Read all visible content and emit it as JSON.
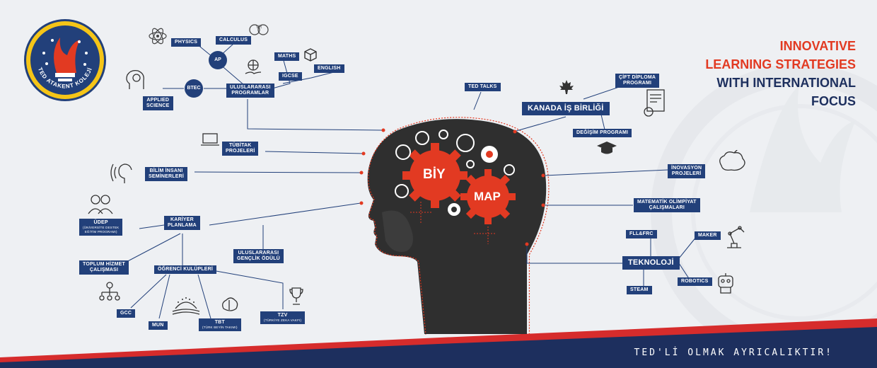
{
  "headline": {
    "line1": "INNOVATIVE",
    "line2": "LEARNING STRATEGIES",
    "line3": "WITH INTERNATIONAL",
    "line4": "FOCUS"
  },
  "slogan": "TED'Lİ OLMAK AYRICALIKTIR!",
  "logo": {
    "text": "TED ATAKENT KOLEJİ"
  },
  "brain": {
    "gear1": "BİY",
    "gear2": "MAP"
  },
  "nodes": {
    "physics": "PHYSICS",
    "calculus": "CALCULUS",
    "vr": "VR",
    "ap": "AP",
    "maths": "MATHS",
    "english": "ENGLISH",
    "igcse": "IGCSE",
    "btec": "BTEC",
    "applied_science_1": "APPLIED",
    "applied_science_2": "SCIENCE",
    "uluslararasi_programlar_1": "ULUSLARARASI",
    "uluslararasi_programlar_2": "PROGRAMLAR",
    "ted_talks": "TED TALKS",
    "tubitak_1": "TÜBİTAK",
    "tubitak_2": "PROJELERİ",
    "bilim_1": "BİLİM İNSANI",
    "bilim_2": "SEMİNERLERİ",
    "udep_1": "ÜDEP",
    "udep_2": "(ÜNİVERSİTE DESTEK",
    "udep_3": "EĞİTİM PROGRAMI)",
    "kariyer_1": "KARİYER",
    "kariyer_2": "PLANLAMA",
    "gencllik_1": "ULUSLARARASI",
    "gencllik_2": "GENÇLİK ÖDÜLÜ",
    "toplum_1": "TOPLUM HİZMET",
    "toplum_2": "ÇALIŞMASI",
    "ogrenci_kulupleri": "ÖĞRENCİ KULÜPLERİ",
    "gcc": "GCC",
    "mun": "MUN",
    "tbt": "TBT",
    "tbt_sub": "(TÜRK BEYİN TAKIMI)",
    "tzv": "TZV",
    "tzv_sub": "(TÜRKİYE ZEKA VAKFI)",
    "cift_diploma_1": "ÇİFT DİPLOMA",
    "cift_diploma_2": "PROGRAMI",
    "kanada": "KANADA İŞ BİRLİĞİ",
    "degisim": "DEĞİŞİM PROGRAMI",
    "inovasyon_1": "İNOVASYON",
    "inovasyon_2": "PROJELERİ",
    "matematik_1": "MATEMATİK OLİMPİYAT",
    "matematik_2": "ÇALIŞMALARI",
    "fll": "FLL&FRC",
    "maker": "MAKER",
    "teknoloji": "TEKNOLOJİ",
    "steam": "STEAM",
    "robotics": "ROBOTICS"
  },
  "colors": {
    "navy": "#22407a",
    "red": "#e23a22",
    "dark_head": "#2f2f2f",
    "background": "#eef0f3"
  },
  "icons": [
    "atom-icon",
    "vr-headset-icon",
    "cube-icon",
    "hand-globe-icon",
    "head-gear-icon",
    "laptop-icon",
    "listening-head-icon",
    "people-icon",
    "org-chart-icon",
    "globe-book-icon",
    "brain-icon",
    "trophy-icon",
    "maple-leaf-icon",
    "diploma-icon",
    "graduation-cap-icon",
    "idea-brain-icon",
    "robot-arm-icon",
    "robot-icon"
  ]
}
